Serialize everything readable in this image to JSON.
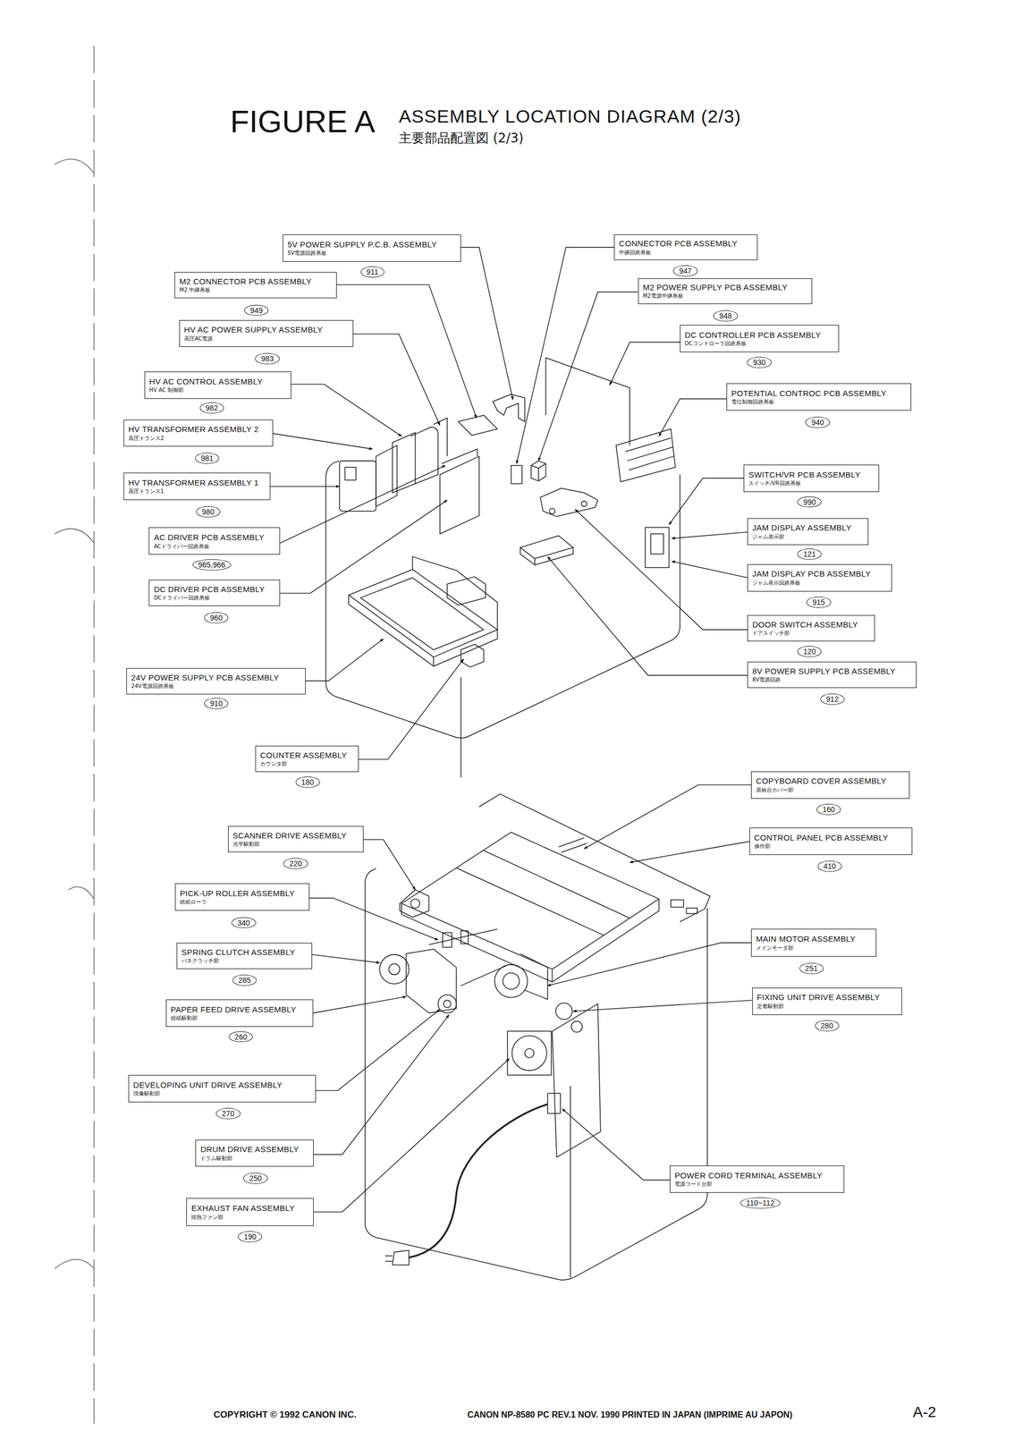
{
  "diagram": {
    "title": "ASSEMBLY LOCATION DIAGRAM (2/3)",
    "nodes": [
      {
        "text": [
          "5V POWER SUPPLY P.C.B. ASSEMBLY",
          "5V電源回路基板"
        ]
      },
      {
        "text": [
          "M2 CONNECTOR PCB ASSEMBLY",
          "M2 中継基板"
        ]
      },
      {
        "text": [
          "HV AC POWER SUPPLY ASSEMBLY",
          "高圧AC電源"
        ]
      },
      {
        "text": [
          "HV AC CONTROL ASSEMBLY",
          "HV AC 制御部"
        ]
      },
      {
        "text": [
          "HV TRANSFORMER ASSEMBLY 2",
          "高圧トランス2"
        ]
      },
      {
        "text": [
          "HV TRANSFORMER ASSEMBLY 1",
          "高圧トランス1"
        ]
      },
      {
        "text": [
          "AC DRIVER PCB ASSEMBLY",
          "ACドライバー回路基板"
        ]
      },
      {
        "text": [
          "DC DRIVER PCB ASSEMBLY",
          "DCドライバー回路基板"
        ]
      },
      {
        "text": [
          "24V POWER SUPPLY PCB ASSEMBLY",
          "24V電源回路基板"
        ]
      },
      {
        "text": [
          "COUNTER ASSEMBLY",
          "カウンタ部"
        ]
      },
      {
        "text": [
          "CONNECTOR PCB ASSEMBLY",
          "中継回路基板"
        ]
      },
      {
        "text": [
          "M2 POWER SUPPLY PCB ASSEMBLY",
          "M2電源中継基板"
        ]
      },
      {
        "text": [
          "DC CONTROLLER PCB ASSEMBLY",
          "DCコントローラ回路基板"
        ]
      },
      {
        "text": [
          "POTENTIAL CONTROC PCB ASSEMBLY",
          "電位制御回路基板"
        ]
      },
      {
        "text": [
          "SWITCH/VR PCB ASSEMBLY",
          "スイッチ/VR回路基板"
        ]
      },
      {
        "text": [
          "JAM DISPLAY ASSEMBLY",
          "ジャム表示部"
        ]
      },
      {
        "text": [
          "JAM DISPLAY PCB ASSEMBLY",
          "ジャム表示回路基板"
        ]
      },
      {
        "text": [
          "DOOR SWITCH ASSEMBLY",
          "ドアスイッチ部"
        ]
      },
      {
        "text": [
          "8V POWER SUPPLY PCB ASSEMBLY",
          "8V電源回路"
        ]
      },
      {
        "text": [
          "COPYBOARD COVER ASSEMBLY",
          "原稿台カバー部"
        ]
      },
      {
        "text": [
          "CONTROL PANEL PCB ASSEMBLY",
          "操作部"
        ]
      },
      {
        "text": [
          "SCANNER DRIVE ASSEMBLY",
          "光学駆動部"
        ]
      },
      {
        "text": [
          "PICK-UP ROLLER ASSEMBLY",
          "給紙ローラ"
        ]
      },
      {
        "text": [
          "SPRING CLUTCH ASSEMBLY",
          "バネクラッチ部"
        ]
      },
      {
        "text": [
          "PAPER FEED DRIVE ASSEMBLY",
          "給紙駆動部"
        ]
      },
      {
        "text": [
          "DEVELOPING UNIT DRIVE ASSEMBLY",
          "現像駆動部"
        ]
      },
      {
        "text": [
          "DRUM DRIVE ASSEMBLY",
          "ドラム駆動部"
        ]
      },
      {
        "text": [
          "EXHAUST FAN ASSEMBLY",
          "排熱ファン部"
        ]
      },
      {
        "text": [
          "MAIN MOTOR ASSEMBLY",
          "メインモータ部"
        ]
      },
      {
        "text": [
          "FIXING UNIT DRIVE ASSEMBLY",
          "定着駆動部"
        ]
      },
      {
        "text": [
          "POWER CORD TERMINAL ASSEMBLY",
          "電源コード台部"
        ]
      }
    ],
    "labels": [
      "FIGURE A",
      "主要部品配置図 (2/3)",
      "911",
      "949",
      "983",
      "982",
      "981",
      "980",
      "965,966",
      "960",
      "910",
      "180",
      "947",
      "948",
      "930",
      "940",
      "990",
      "121",
      "915",
      "120",
      "912",
      "160",
      "410",
      "220",
      "340",
      "285",
      "260",
      "270",
      "250",
      "190",
      "251",
      "280",
      "110~112",
      "COPYRIGHT © 1992 CANON INC.",
      "CANON NP-8580 PC REV.1 NOV. 1990 PRINTED IN JAPAN (IMPRIME AU JAPON)",
      "A-2"
    ]
  }
}
